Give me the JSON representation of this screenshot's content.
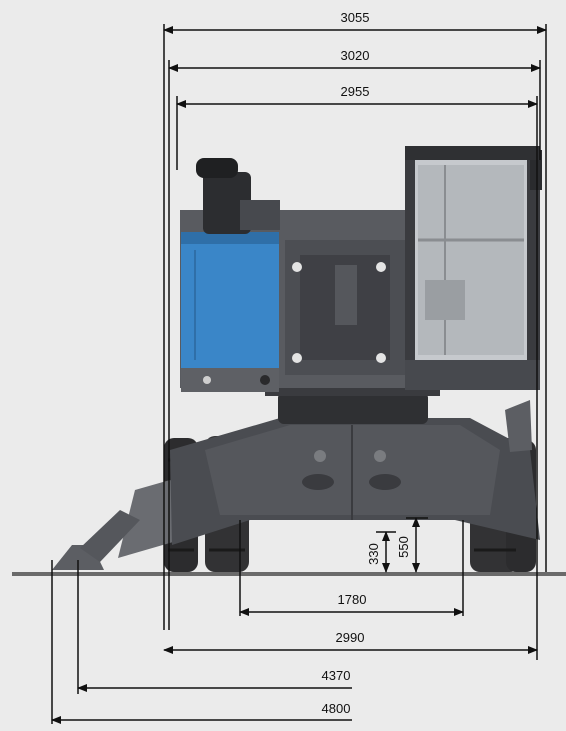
{
  "figure": {
    "subject": "wheeled material-handling machine, rear elevation",
    "background_color": "#ebebeb",
    "body_color": "#505257",
    "engine_panel_color": "#3a86c8",
    "line_color": "#111111"
  },
  "dimensions": {
    "overall_width_3055": "3055",
    "width_3020": "3020",
    "width_2955": "2955",
    "ground_clearance_330": "330",
    "clearance_550": "550",
    "track_1780": "1780",
    "wheel_width_2990": "2990",
    "outrigger_span_4370": "4370",
    "outrigger_span_4800": "4800"
  }
}
